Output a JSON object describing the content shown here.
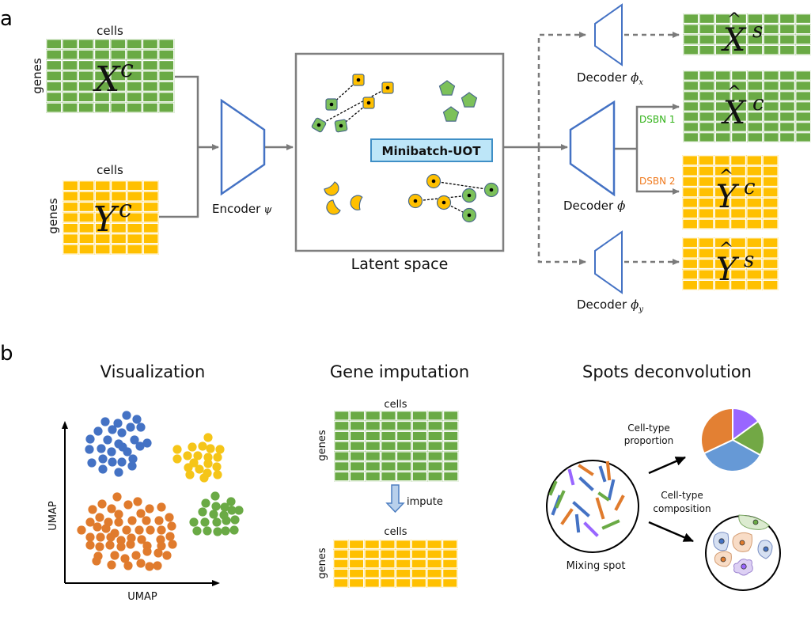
{
  "panels": {
    "a": {
      "label": "a",
      "inputs": {
        "x_matrix": {
          "top_label": "cells",
          "side_label": "genes",
          "symbol": "X",
          "superscript": "c",
          "color": "#6aaa45"
        },
        "y_matrix": {
          "top_label": "cells",
          "side_label": "genes",
          "symbol": "Y",
          "superscript": "c",
          "color": "#ffc000"
        }
      },
      "encoder": {
        "label": "Encoder",
        "symbol": "ψ"
      },
      "latent": {
        "label": "Latent space",
        "box_label": "Minibatch-UOT",
        "box_fill": "#bde6f8",
        "box_stroke": "#3f8fc6"
      },
      "decoders": {
        "phi_x": {
          "label": "Decoder",
          "symbol": "ϕ",
          "sub": "x"
        },
        "phi": {
          "label": "Decoder",
          "symbol": "ϕ"
        },
        "phi_y": {
          "label": "Decoder",
          "symbol": "ϕ",
          "sub": "y"
        }
      },
      "dsbn": [
        {
          "label": "DSBN 1",
          "color": "#33b31a"
        },
        {
          "label": "DSBN 2",
          "color": "#f07a1e"
        }
      ],
      "outputs": [
        {
          "symbol": "X",
          "hat": "^",
          "superscript": "s",
          "color": "#6aaa45"
        },
        {
          "symbol": "X",
          "hat": "^",
          "superscript": "c",
          "color": "#6aaa45"
        },
        {
          "symbol": "Y",
          "hat": "^",
          "superscript": "c",
          "color": "#ffc000"
        },
        {
          "symbol": "Y",
          "hat": "^",
          "superscript": "s",
          "color": "#ffc000"
        }
      ]
    },
    "b": {
      "label": "b",
      "visualization": {
        "title": "Visualization",
        "xlabel": "UMAP",
        "ylabel": "UMAP",
        "clusters": [
          {
            "name": "blue",
            "color": "#4472c4"
          },
          {
            "name": "yellow",
            "color": "#f5c518"
          },
          {
            "name": "orange",
            "color": "#e07b2d"
          },
          {
            "name": "green",
            "color": "#6aaa45"
          }
        ]
      },
      "imputation": {
        "title": "Gene imputation",
        "top": {
          "top_label": "cells",
          "side_label": "genes",
          "color": "#6aaa45"
        },
        "arrow_label": "impute",
        "bottom": {
          "top_label": "cells",
          "side_label": "genes",
          "color": "#ffc000"
        }
      },
      "deconvolution": {
        "title": "Spots deconvolution",
        "spot_label": "Mixing spot",
        "proportion_label_1": "Cell-type",
        "proportion_label_2": "proportion",
        "composition_label_1": "Cell-type",
        "composition_label_2": "composition",
        "pie": [
          {
            "name": "purple",
            "share": 0.15,
            "color": "#9966ff"
          },
          {
            "name": "green",
            "share": 0.18,
            "color": "#72a845"
          },
          {
            "name": "blue",
            "share": 0.35,
            "color": "#6699d6"
          },
          {
            "name": "orange",
            "share": 0.32,
            "color": "#e38033"
          }
        ]
      }
    }
  }
}
